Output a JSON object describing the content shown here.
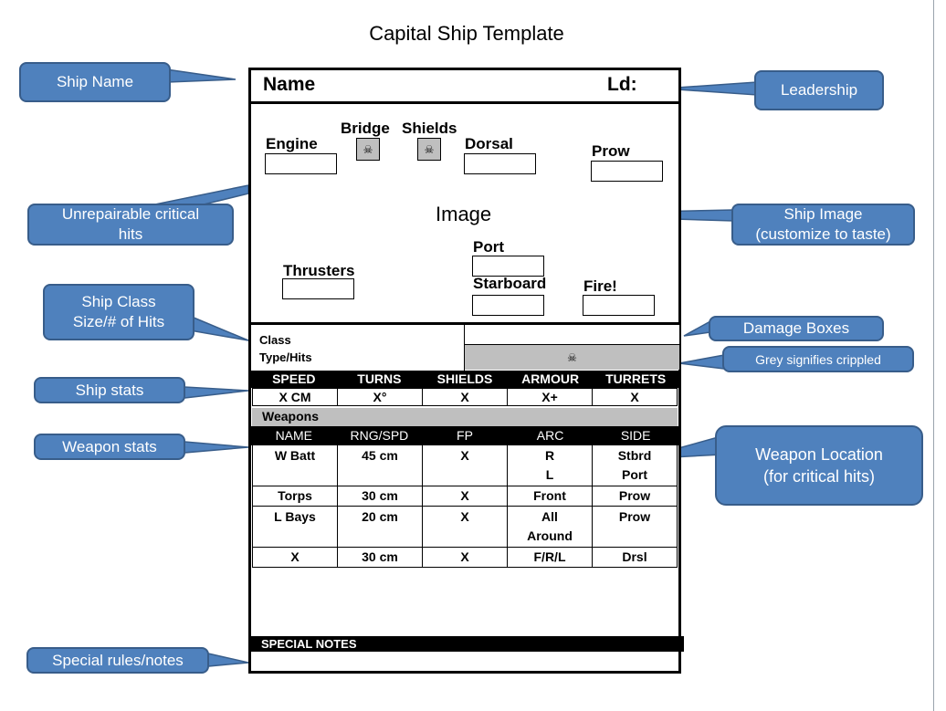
{
  "page": {
    "title": "Capital Ship Template"
  },
  "colors": {
    "callout_fill": "#4f81bd",
    "callout_border": "#385d8a",
    "crippled_grey": "#bfbfbf",
    "header_black": "#000000"
  },
  "callouts": {
    "ship_name": "Ship Name",
    "unrepairable_line1": "Unrepairable critical",
    "unrepairable_line2": "hits",
    "ship_class_line1": "Ship Class",
    "ship_class_line2": "Size/# of Hits",
    "ship_stats": "Ship stats",
    "weapon_stats": "Weapon stats",
    "special_rules": "Special rules/notes",
    "leadership": "Leadership",
    "ship_image_line1": "Ship Image",
    "ship_image_line2": "(customize to taste)",
    "damage_boxes": "Damage Boxes",
    "grey_crippled": "Grey signifies crippled",
    "weapon_location_line1": "Weapon Location",
    "weapon_location_line2": "(for critical hits)"
  },
  "sheet": {
    "name_label": "Name",
    "ld_label": "Ld:",
    "components": {
      "engine": "Engine",
      "bridge": "Bridge",
      "shields": "Shields",
      "dorsal": "Dorsal",
      "prow": "Prow",
      "thrusters": "Thrusters",
      "port": "Port",
      "starboard": "Starboard",
      "fire": "Fire!"
    },
    "image_label": "Image",
    "skull_icon": "☠",
    "class_label": "Class",
    "type_hits_label": "Type/Hits",
    "stats": {
      "headers": [
        "SPEED",
        "TURNS",
        "SHIELDS",
        "ARMOUR",
        "TURRETS"
      ],
      "values": [
        "X CM",
        "X°",
        "X",
        "X+",
        "X"
      ]
    },
    "weapons": {
      "section_label": "Weapons",
      "headers": [
        "NAME",
        "RNG/SPD",
        "FP",
        "ARC",
        "SIDE"
      ],
      "rows": [
        {
          "name": "W Batt",
          "rng": "45 cm",
          "fp": "X",
          "arc1": "R",
          "arc2": "L",
          "side1": "Stbrd",
          "side2": "Port"
        },
        {
          "name": "Torps",
          "rng": "30 cm",
          "fp": "X",
          "arc1": "Front",
          "arc2": "",
          "side1": "Prow",
          "side2": ""
        },
        {
          "name": "L Bays",
          "rng": "20 cm",
          "fp": "X",
          "arc1": "All",
          "arc2": "Around",
          "side1": "Prow",
          "side2": ""
        },
        {
          "name": "X",
          "rng": "30 cm",
          "fp": "X",
          "arc1": "F/R/L",
          "arc2": "",
          "side1": "Drsl",
          "side2": ""
        }
      ]
    },
    "special_notes_label": "SPECIAL NOTES"
  }
}
